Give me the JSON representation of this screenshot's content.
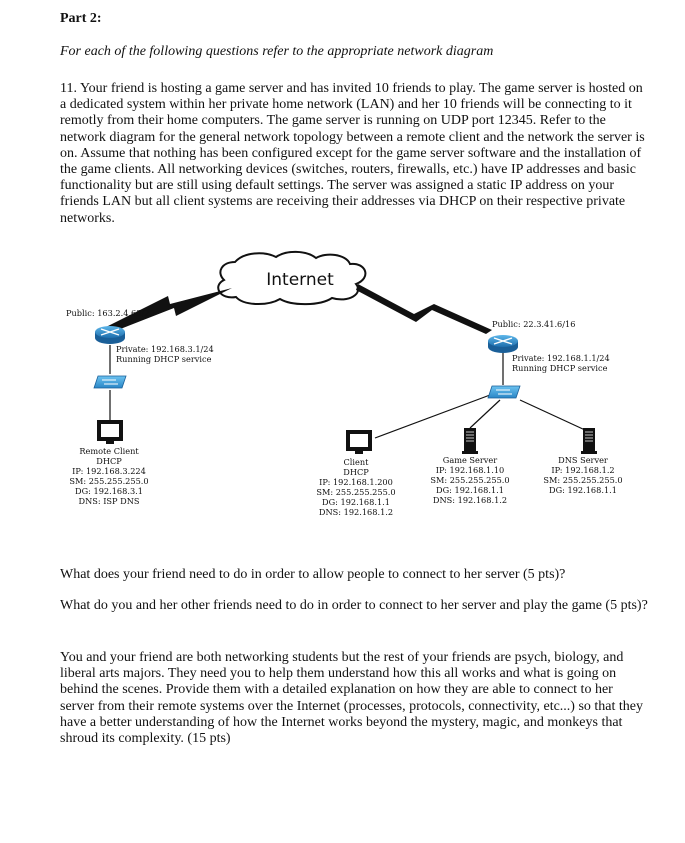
{
  "heading": "Part 2:",
  "instructions": "For each of the following questions refer to the appropriate network diagram",
  "question_11": "11. Your friend is hosting a game server and has invited 10 friends to play.  The game server is hosted on a dedicated system within her private home network (LAN) and her 10 friends will be connecting to it remotly from their home computers. The game server is running on UDP port 12345.  Refer to the network diagram for the general network topology between a remote client and the network the server is on.  Assume that nothing has been configured except for the game server software and the installation of the game clients.  All networking devices (switches, routers, firewalls, etc.) have IP addresses and basic functionality but are still using default settings. The server was assigned a static IP address on your friends LAN but all client systems are receiving their addresses via DHCP on their respective private networks.",
  "diagram": {
    "cloud_label": "Internet",
    "left_public": "Public: 163.2.4.63/20",
    "left_private": [
      "Private: 192.168.3.1/24",
      "Running DHCP service"
    ],
    "remote_client": [
      "Remote Client",
      "DHCP",
      "IP: 192.168.3.224",
      "SM: 255.255.255.0",
      "DG: 192.168.3.1",
      "DNS: ISP DNS"
    ],
    "right_public": "Public: 22.3.41.6/16",
    "right_private": [
      "Private: 192.168.1.1/24",
      "Running DHCP service"
    ],
    "client": [
      "Client",
      "DHCP",
      "IP: 192.168.1.200",
      "SM: 255.255.255.0",
      "DG: 192.168.1.1",
      "DNS: 192.168.1.2"
    ],
    "game_server": [
      "Game Server",
      "IP: 192.168.1.10",
      "SM: 255.255.255.0",
      "DG: 192.168.1.1",
      "DNS: 192.168.1.2"
    ],
    "dns_server": [
      "DNS Server",
      "IP: 192.168.1.2",
      "SM: 255.255.255.0",
      "DG: 192.168.1.1"
    ],
    "colors": {
      "router": "#1f87c8",
      "switch": "#2a9ad6",
      "monitor": "#111111"
    },
    "icons": [
      "router-icon",
      "switch-icon",
      "monitor-icon",
      "server-tower-icon",
      "cloud-icon",
      "lightning-link-icon"
    ]
  },
  "question_a": "What does your friend need to do in order to allow people to connect to her server (5 pts)?",
  "question_b": "What do you and her other friends need to do in order to connect to her server and play the game (5 pts)?",
  "question_c": "You and your friend are both networking students but the rest of your friends are psych, biology, and liberal arts majors.  They need you to help them understand how this all works and what is going on behind the scenes.  Provide them with a detailed explanation on how they are able to connect to her server from their remote systems over the Internet (processes, protocols, connectivity, etc...) so that they have a better understanding of how the Internet works beyond the mystery, magic, and monkeys that shroud its complexity. (15 pts)"
}
